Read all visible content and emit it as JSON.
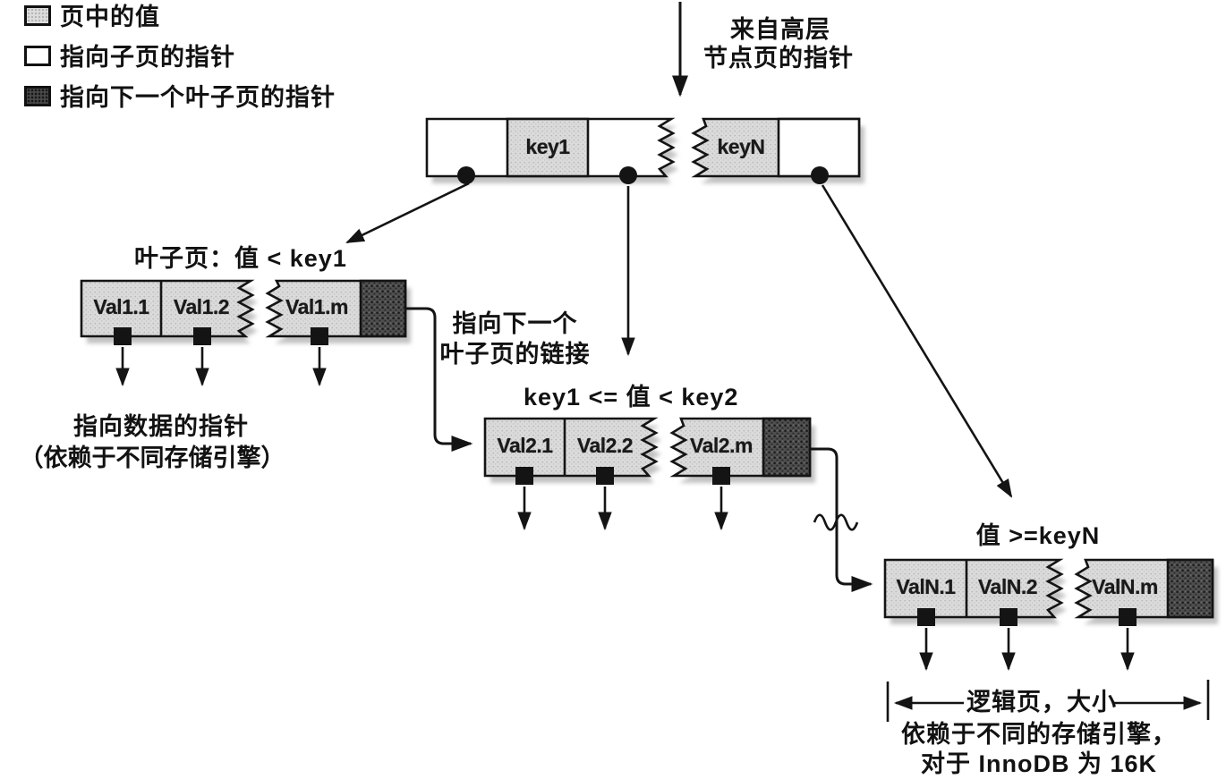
{
  "diagram_title_implied": "B+Tree index leaf page structure",
  "colors": {
    "ink": "#141414",
    "value_cell_fill": "#d9d9d9",
    "child_pointer_cell_fill": "#ffffff",
    "next_leaf_pointer_cell_fill": "#4a4a4a",
    "shadow": "#c2c2c2",
    "background": "#ffffff"
  },
  "legend": {
    "items": [
      {
        "id": "value-in-page",
        "label": "页中的值"
      },
      {
        "id": "child-page-pointer",
        "label": "指向子页的指针"
      },
      {
        "id": "next-leaf-page-pointer",
        "label": "指向下一个叶子页的指针"
      }
    ]
  },
  "root_node": {
    "incoming_label_line1": "来自高层",
    "incoming_label_line2": "节点页的指针",
    "keys": [
      "key1",
      "keyN"
    ]
  },
  "leaf_pages": {
    "leaf1": {
      "title": "叶子页：值 < key1",
      "values": [
        "Val1.1",
        "Val1.2",
        "Val1.m"
      ]
    },
    "leaf2": {
      "title": "key1 <= 值 < key2",
      "values": [
        "Val2.1",
        "Val2.2",
        "Val2.m"
      ]
    },
    "leaf3": {
      "title": "值 >=keyN",
      "values": [
        "ValN.1",
        "ValN.2",
        "ValN.m"
      ]
    }
  },
  "annotations": {
    "next_leaf_link_line1": "指向下一个",
    "next_leaf_link_line2": "叶子页的链接",
    "data_pointer_line1": "指向数据的指针",
    "data_pointer_line2": "（依赖于不同存储引擎）",
    "logical_page_line1": "逻辑页，大小",
    "logical_page_line2": "依赖于不同的存储引擎，",
    "logical_page_line3": "对于 InnoDB 为 16K"
  }
}
